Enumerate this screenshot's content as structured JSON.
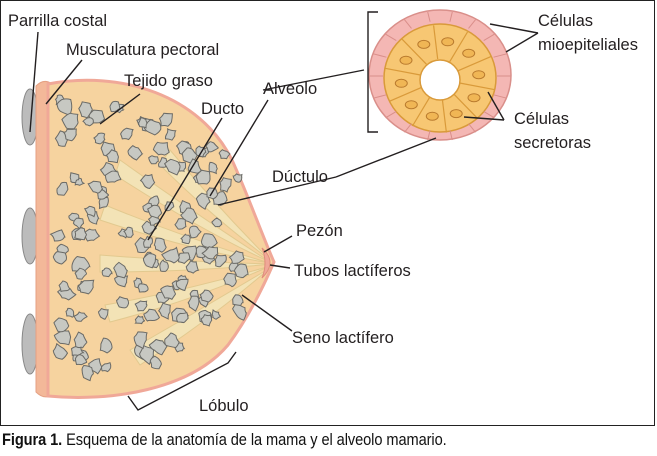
{
  "labels": {
    "parrilla_costal": "Parrilla costal",
    "musculatura_pectoral": "Musculatura pectoral",
    "tejido_graso": "Tejido graso",
    "ducto": "Ducto",
    "alveolo": "Alveolo",
    "ductulo": "Dúctulo",
    "pezon": "Pezón",
    "tubos_lactiferos": "Tubos lactíferos",
    "seno_lactifero": "Seno lactífero",
    "lobulo": "Lóbulo",
    "celulas_mioepiteliales_1": "Células",
    "celulas_mioepiteliales_2": "mioepiteliales",
    "celulas_secretoras_1": "Células",
    "celulas_secretoras_2": "secretoras"
  },
  "caption": {
    "prefix": "Figura 1.",
    "text": " Esquema de la anatomía de la mama y el alveolo mamario."
  },
  "colors": {
    "breast_fill": "#f6d39f",
    "skin_edge": "#f0a898",
    "rib": "#bcbcbc",
    "lobule": "#c7c8c2",
    "duct": "#f3e3b6",
    "alveolus_cell": "#f7c773",
    "myoepithelial": "#f4b7b4"
  }
}
